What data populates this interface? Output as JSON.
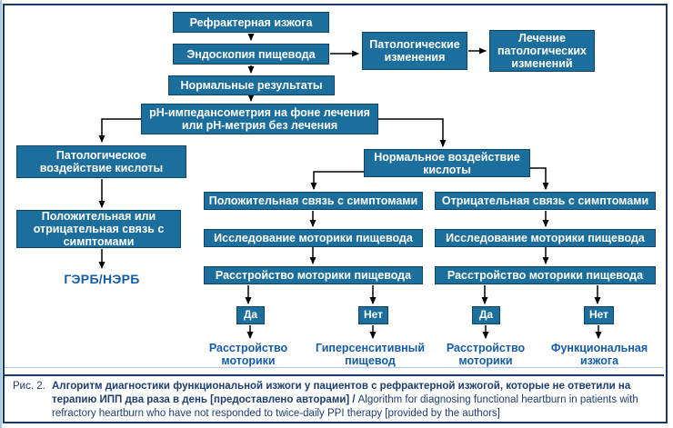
{
  "figure": {
    "nodes": {
      "refractory_heartburn": "Рефрактерная изжога",
      "endoscopy": "Эндоскопия пищевода",
      "pathological_changes": "Патологические изменения",
      "treatment_pathological": "Лечение патологических изменений",
      "normal_results": "Нормальные результаты",
      "ph_impedance": "pH-импедансометрия на фоне лечения или pH-метрия без лечения",
      "pathological_acid": "Патологическое воздействие кислоты",
      "pos_or_neg_association": "Положительная или отрицательная связь с симптомами",
      "gerd_nerd": "ГЭРБ/НЭРБ",
      "normal_acid": "Нормальное воздействие кислоты",
      "positive_association": "Положительная связь с симптомами",
      "negative_association": "Отрицательная связь с симптомами",
      "motility_study": "Исследование моторики пищевода",
      "motility_disorder_box": "Расстройство моторики пищевода",
      "yes": "Да",
      "no": "Нет",
      "result_motility_disorder": "Расстройство моторики",
      "result_hypersensitive": "Гиперсенситивный пищевод",
      "result_functional_heartburn": "Функциональная изжога"
    },
    "colors": {
      "node_fill": "#1c6f9d",
      "node_border": "#0f4465",
      "node_text": "#ffffff",
      "result_text": "#155ca8",
      "frame": "#173a6a",
      "divider_light": "#aac9e4"
    }
  },
  "caption": {
    "label": "Рис. 2.",
    "title_ru": "Алгоритм диагностики функциональной изжоги у пациентов с рефрактерной изжогой, которые не ответили на терапию ИПП два раза в день [предоставлено авторами] /",
    "title_en": "Algorithm for diagnosing functional heartburn in patients with refractory heartburn who have not responded to twice-daily PPI therapy [provided by the authors]"
  }
}
